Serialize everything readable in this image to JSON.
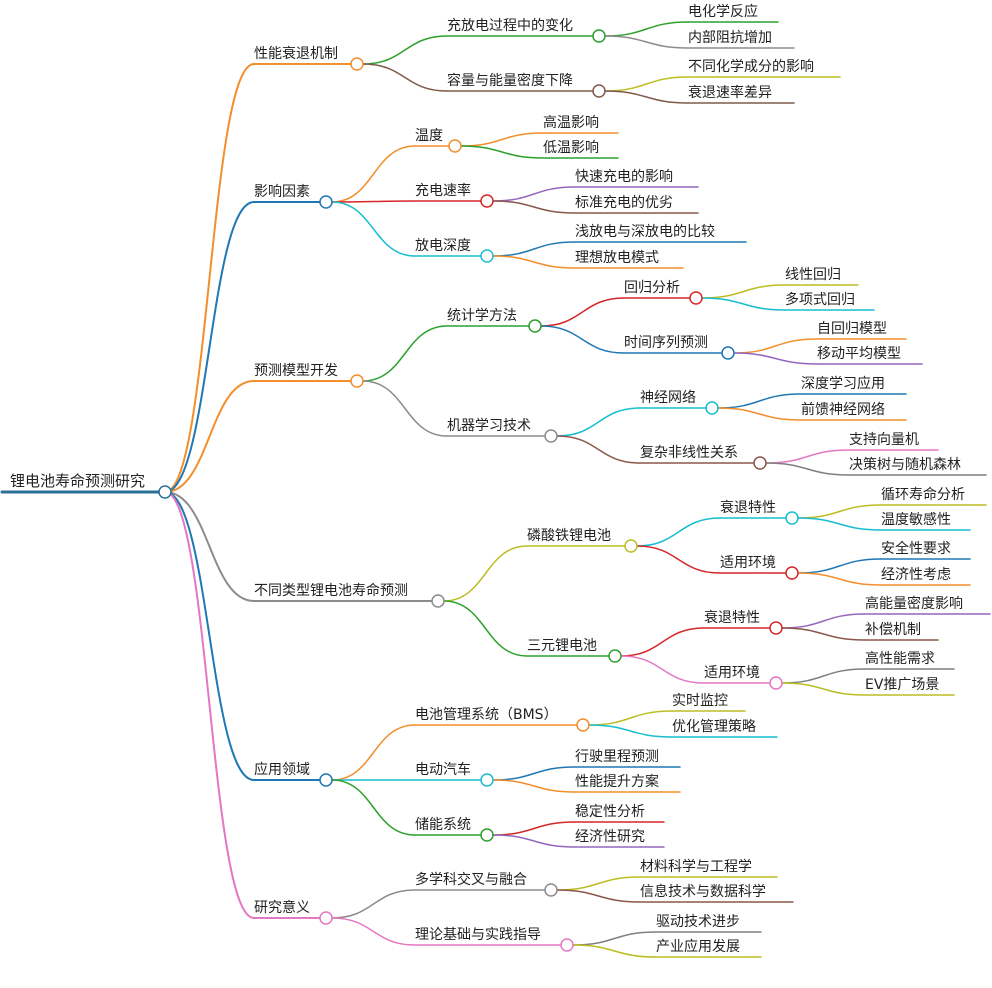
{
  "root": {
    "label": "锂电池寿命预测研究",
    "color": "#2a6f97",
    "children": [
      {
        "label": "性能衰退机制",
        "color": "#f28e2b",
        "children": [
          {
            "label": "充放电过程中的变化",
            "color": "#2ca02c",
            "children": [
              {
                "label": "电化学反应",
                "color": "#2ca02c"
              },
              {
                "label": "内部阻抗增加",
                "color": "#8c8c8c"
              }
            ]
          },
          {
            "label": "容量与能量密度下降",
            "color": "#7f5a4a",
            "children": [
              {
                "label": "不同化学成分的影响",
                "color": "#bcbd22"
              },
              {
                "label": "衰退速率差异",
                "color": "#7f5a4a"
              }
            ]
          }
        ]
      },
      {
        "label": "影响因素",
        "color": "#1f77b4",
        "children": [
          {
            "label": "温度",
            "color": "#f28e2b",
            "children": [
              {
                "label": "高温影响",
                "color": "#f28e2b"
              },
              {
                "label": "低温影响",
                "color": "#2ca02c"
              }
            ]
          },
          {
            "label": "充电速率",
            "color": "#d62728",
            "children": [
              {
                "label": "快速充电的影响",
                "color": "#9467bd"
              },
              {
                "label": "标准充电的优劣",
                "color": "#8c564b"
              }
            ]
          },
          {
            "label": "放电深度",
            "color": "#17becf",
            "children": [
              {
                "label": "浅放电与深放电的比较",
                "color": "#1f77b4"
              },
              {
                "label": "理想放电模式",
                "color": "#f28e2b"
              }
            ]
          }
        ]
      },
      {
        "label": "预测模型开发",
        "color": "#f28e2b",
        "children": [
          {
            "label": "统计学方法",
            "color": "#2ca02c",
            "children": [
              {
                "label": "回归分析",
                "color": "#d62728",
                "children": [
                  {
                    "label": "线性回归",
                    "color": "#bcbd22"
                  },
                  {
                    "label": "多项式回归",
                    "color": "#17becf"
                  }
                ]
              },
              {
                "label": "时间序列预测",
                "color": "#1f77b4",
                "children": [
                  {
                    "label": "自回归模型",
                    "color": "#f28e2b"
                  },
                  {
                    "label": "移动平均模型",
                    "color": "#9467bd"
                  }
                ]
              }
            ]
          },
          {
            "label": "机器学习技术",
            "color": "#8c8c8c",
            "children": [
              {
                "label": "神经网络",
                "color": "#17becf",
                "children": [
                  {
                    "label": "深度学习应用",
                    "color": "#1f77b4"
                  },
                  {
                    "label": "前馈神经网络",
                    "color": "#f28e2b"
                  }
                ]
              },
              {
                "label": "复杂非线性关系",
                "color": "#8c564b",
                "children": [
                  {
                    "label": "支持向量机",
                    "color": "#e377c2"
                  },
                  {
                    "label": "决策树与随机森林",
                    "color": "#7f7f7f"
                  }
                ]
              }
            ]
          }
        ]
      },
      {
        "label": "不同类型锂电池寿命预测",
        "color": "#8c8c8c",
        "children": [
          {
            "label": "磷酸铁锂电池",
            "color": "#bcbd22",
            "children": [
              {
                "label": "衰退特性",
                "color": "#17becf",
                "children": [
                  {
                    "label": "循环寿命分析",
                    "color": "#bcbd22"
                  },
                  {
                    "label": "温度敏感性",
                    "color": "#17becf"
                  }
                ]
              },
              {
                "label": "适用环境",
                "color": "#d62728",
                "children": [
                  {
                    "label": "安全性要求",
                    "color": "#1f77b4"
                  },
                  {
                    "label": "经济性考虑",
                    "color": "#f28e2b"
                  }
                ]
              }
            ]
          },
          {
            "label": "三元锂电池",
            "color": "#2ca02c",
            "children": [
              {
                "label": "衰退特性",
                "color": "#d62728",
                "children": [
                  {
                    "label": "高能量密度影响",
                    "color": "#9467bd"
                  },
                  {
                    "label": "补偿机制",
                    "color": "#8c564b"
                  }
                ]
              },
              {
                "label": "适用环境",
                "color": "#e377c2",
                "children": [
                  {
                    "label": "高性能需求",
                    "color": "#7f7f7f"
                  },
                  {
                    "label": "EV推广场景",
                    "color": "#bcbd22"
                  }
                ]
              }
            ]
          }
        ]
      },
      {
        "label": "应用领域",
        "color": "#1f77b4",
        "children": [
          {
            "label": "电池管理系统（BMS）",
            "color": "#f28e2b",
            "children": [
              {
                "label": "实时监控",
                "color": "#bcbd22"
              },
              {
                "label": "优化管理策略",
                "color": "#17becf"
              }
            ]
          },
          {
            "label": "电动汽车",
            "color": "#17becf",
            "children": [
              {
                "label": "行驶里程预测",
                "color": "#1f77b4"
              },
              {
                "label": "性能提升方案",
                "color": "#f28e2b"
              }
            ]
          },
          {
            "label": "储能系统",
            "color": "#2ca02c",
            "children": [
              {
                "label": "稳定性分析",
                "color": "#d62728"
              },
              {
                "label": "经济性研究",
                "color": "#9467bd"
              }
            ]
          }
        ]
      },
      {
        "label": "研究意义",
        "color": "#e377c2",
        "children": [
          {
            "label": "多学科交叉与融合",
            "color": "#8c8c8c",
            "children": [
              {
                "label": "材料科学与工程学",
                "color": "#bcbd22"
              },
              {
                "label": "信息技术与数据科学",
                "color": "#8c564b"
              }
            ]
          },
          {
            "label": "理论基础与实践指导",
            "color": "#e377c2",
            "children": [
              {
                "label": "驱动技术进步",
                "color": "#7f7f7f"
              },
              {
                "label": "产业应用发展",
                "color": "#bcbd22"
              }
            ]
          }
        ]
      }
    ]
  }
}
